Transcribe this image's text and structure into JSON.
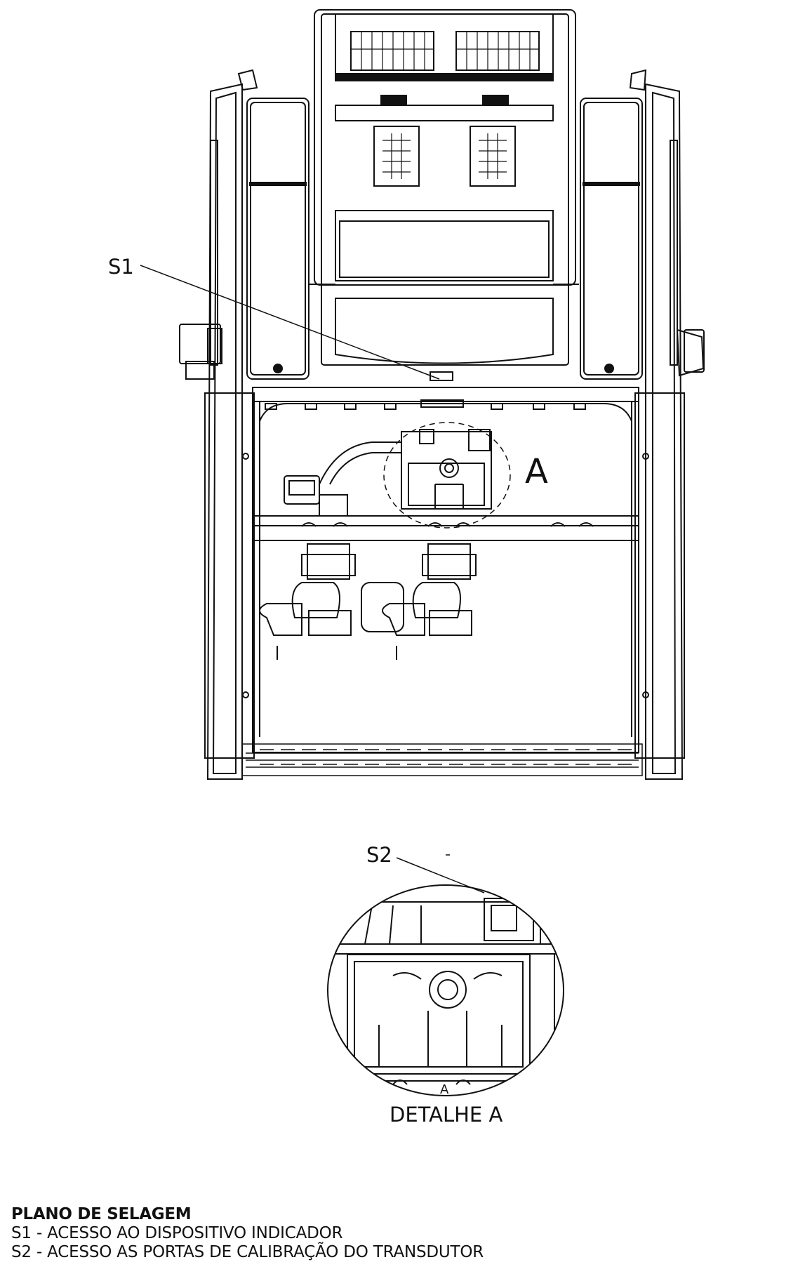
{
  "drawing": {
    "callout_s1": "S1",
    "callout_detail_a": "A",
    "callout_s2": "S2",
    "detail_inner_label": "A",
    "detail_caption": "DETALHE A"
  },
  "legend": {
    "title": "PLANO DE SELAGEM",
    "items": [
      "S1 - ACESSO AO DISPOSITIVO INDICADOR",
      "S2 - ACESSO AS PORTAS DE CALIBRAÇÃO DO TRANSDUTOR"
    ]
  }
}
